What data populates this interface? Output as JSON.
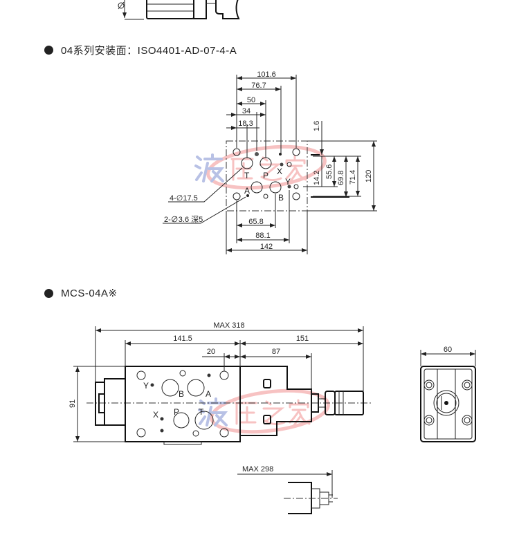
{
  "sections": [
    {
      "title": "04系列安装面：ISO4401-AD-07-4-A"
    },
    {
      "title": "MCS-04A※"
    }
  ],
  "mounting_face": {
    "dims_top": [
      "101.6",
      "76.7",
      "50",
      "34",
      "18.3"
    ],
    "dims_right": [
      "1.6",
      "14.2",
      "55.6",
      "69.8",
      "71.4",
      "120"
    ],
    "dims_bottom": [
      "65.8",
      "88.1",
      "142"
    ],
    "callouts": [
      "4-∅17.5",
      "2-∅3.6 深5"
    ],
    "ports": {
      "T": "T",
      "P": "P",
      "X": "X",
      "Y": "Y",
      "A": "A",
      "B": "B"
    }
  },
  "valve_view": {
    "dims": {
      "max_length": "MAX 318",
      "body": "141.5",
      "right": "151",
      "offset": "20",
      "adjuster": "87",
      "height": "91"
    },
    "ports": {
      "Y": "Y",
      "B": "B",
      "A": "A",
      "X": "X",
      "P": "P",
      "T": "T"
    }
  },
  "side_view": {
    "width": "60"
  },
  "alt_view": {
    "max_length": "MAX 298"
  },
  "watermark": {
    "text": "液压之家",
    "colors": {
      "blue": "#7f8fd0",
      "red": "#f09090"
    }
  }
}
